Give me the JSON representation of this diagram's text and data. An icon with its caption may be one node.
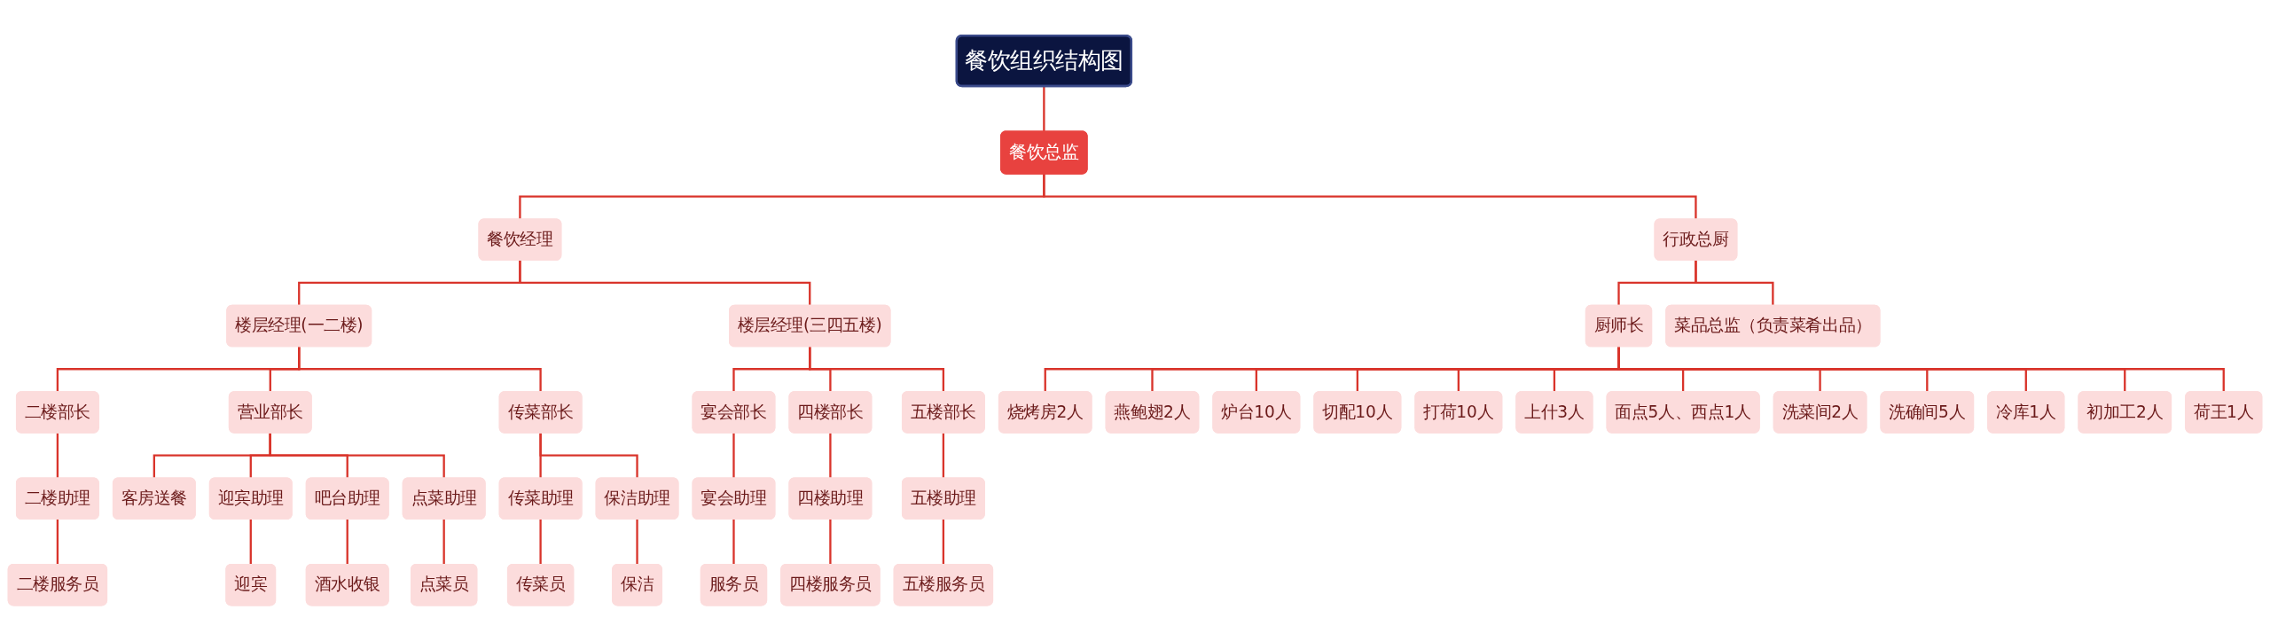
{
  "diagram": {
    "nodes": [
      {
        "text": [
          "餐饮组织结构图"
        ]
      },
      {
        "text": [
          "餐饮总监"
        ]
      },
      {
        "text": [
          "餐饮经理"
        ]
      },
      {
        "text": [
          "楼层经理(一二楼)"
        ]
      },
      {
        "text": [
          "二楼部长"
        ]
      },
      {
        "text": [
          "二楼助理"
        ]
      },
      {
        "text": [
          "二楼服务员"
        ]
      },
      {
        "text": [
          "营业部长"
        ]
      },
      {
        "text": [
          "客房送餐"
        ]
      },
      {
        "text": [
          "迎宾助理"
        ]
      },
      {
        "text": [
          "迎宾"
        ]
      },
      {
        "text": [
          "吧台助理"
        ]
      },
      {
        "text": [
          "酒水收银"
        ]
      },
      {
        "text": [
          "点菜助理"
        ]
      },
      {
        "text": [
          "点菜员"
        ]
      },
      {
        "text": [
          "传菜部长"
        ]
      },
      {
        "text": [
          "传菜助理"
        ]
      },
      {
        "text": [
          "传菜员"
        ]
      },
      {
        "text": [
          "保洁助理"
        ]
      },
      {
        "text": [
          "保洁"
        ]
      },
      {
        "text": [
          "楼层经理(三四五楼)"
        ]
      },
      {
        "text": [
          "宴会部长"
        ]
      },
      {
        "text": [
          "宴会助理"
        ]
      },
      {
        "text": [
          "服务员"
        ]
      },
      {
        "text": [
          "四楼部长"
        ]
      },
      {
        "text": [
          "四楼助理"
        ]
      },
      {
        "text": [
          "四楼服务员"
        ]
      },
      {
        "text": [
          "五楼部长"
        ]
      },
      {
        "text": [
          "五楼助理"
        ]
      },
      {
        "text": [
          "五楼服务员"
        ]
      },
      {
        "text": [
          "行政总厨"
        ]
      },
      {
        "text": [
          "厨师长"
        ]
      },
      {
        "text": [
          "烧烤房2人"
        ]
      },
      {
        "text": [
          "燕鲍翅2人"
        ]
      },
      {
        "text": [
          "炉台10人"
        ]
      },
      {
        "text": [
          "切配10人"
        ]
      },
      {
        "text": [
          "打荷10人"
        ]
      },
      {
        "text": [
          "上什3人"
        ]
      },
      {
        "text": [
          "面点5人、西点1人"
        ]
      },
      {
        "text": [
          "洗菜间2人"
        ]
      },
      {
        "text": [
          "洗确间5人"
        ]
      },
      {
        "text": [
          "冷库1人"
        ]
      },
      {
        "text": [
          "初加工2人"
        ]
      },
      {
        "text": [
          "荷王1人"
        ]
      },
      {
        "text": [
          "菜品总监（负责菜肴出品）"
        ]
      }
    ],
    "edges": [
      {
        "from": 0,
        "to": 1,
        "arrow": "none"
      },
      {
        "from": 1,
        "to": 2,
        "arrow": "none"
      },
      {
        "from": 2,
        "to": 3,
        "arrow": "none"
      },
      {
        "from": 3,
        "to": 4,
        "arrow": "none"
      },
      {
        "from": 4,
        "to": 5,
        "arrow": "none"
      },
      {
        "from": 5,
        "to": 6,
        "arrow": "none"
      },
      {
        "from": 3,
        "to": 7,
        "arrow": "none"
      },
      {
        "from": 7,
        "to": 8,
        "arrow": "none"
      },
      {
        "from": 7,
        "to": 9,
        "arrow": "none"
      },
      {
        "from": 9,
        "to": 10,
        "arrow": "none"
      },
      {
        "from": 7,
        "to": 11,
        "arrow": "none"
      },
      {
        "from": 11,
        "to": 12,
        "arrow": "none"
      },
      {
        "from": 7,
        "to": 13,
        "arrow": "none"
      },
      {
        "from": 13,
        "to": 14,
        "arrow": "none"
      },
      {
        "from": 3,
        "to": 15,
        "arrow": "none"
      },
      {
        "from": 15,
        "to": 16,
        "arrow": "none"
      },
      {
        "from": 16,
        "to": 17,
        "arrow": "none"
      },
      {
        "from": 15,
        "to": 18,
        "arrow": "none"
      },
      {
        "from": 18,
        "to": 19,
        "arrow": "none"
      },
      {
        "from": 2,
        "to": 20,
        "arrow": "none"
      },
      {
        "from": 20,
        "to": 21,
        "arrow": "none"
      },
      {
        "from": 21,
        "to": 22,
        "arrow": "none"
      },
      {
        "from": 22,
        "to": 23,
        "arrow": "none"
      },
      {
        "from": 20,
        "to": 24,
        "arrow": "none"
      },
      {
        "from": 24,
        "to": 25,
        "arrow": "none"
      },
      {
        "from": 25,
        "to": 26,
        "arrow": "none"
      },
      {
        "from": 20,
        "to": 27,
        "arrow": "none"
      },
      {
        "from": 27,
        "to": 28,
        "arrow": "none"
      },
      {
        "from": 28,
        "to": 29,
        "arrow": "none"
      },
      {
        "from": 1,
        "to": 30,
        "arrow": "none"
      },
      {
        "from": 30,
        "to": 31,
        "arrow": "none"
      },
      {
        "from": 31,
        "to": 32,
        "arrow": "none"
      },
      {
        "from": 31,
        "to": 33,
        "arrow": "none"
      },
      {
        "from": 31,
        "to": 34,
        "arrow": "none"
      },
      {
        "from": 31,
        "to": 35,
        "arrow": "none"
      },
      {
        "from": 31,
        "to": 36,
        "arrow": "none"
      },
      {
        "from": 31,
        "to": 37,
        "arrow": "none"
      },
      {
        "from": 31,
        "to": 38,
        "arrow": "none"
      },
      {
        "from": 31,
        "to": 39,
        "arrow": "none"
      },
      {
        "from": 31,
        "to": 40,
        "arrow": "none"
      },
      {
        "from": 31,
        "to": 41,
        "arrow": "none"
      },
      {
        "from": 31,
        "to": 42,
        "arrow": "none"
      },
      {
        "from": 31,
        "to": 43,
        "arrow": "none"
      },
      {
        "from": 30,
        "to": 44,
        "arrow": "none"
      }
    ]
  }
}
